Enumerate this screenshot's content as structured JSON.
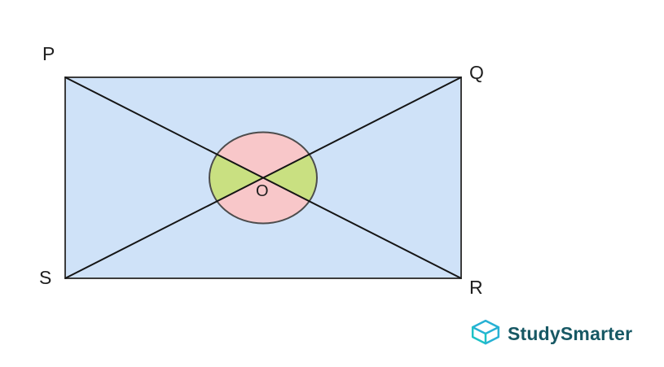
{
  "diagram": {
    "vertex_labels": {
      "top_left": "P",
      "top_right": "Q",
      "bottom_right": "R",
      "bottom_left": "S",
      "center": "O"
    },
    "colors": {
      "rectangle_fill": "#cfe2f8",
      "rectangle_stroke": "#3c3c3c",
      "diagonal_stroke": "#151515",
      "circle_fill": "#f8c7c9",
      "circle_stroke": "#4c4c4c",
      "wedge_fill": "#c9e081"
    }
  },
  "branding": {
    "logo_text": "StudySmarter",
    "logo_text_color": "#175864",
    "icon_color_primary": "#27b1d4",
    "icon_color_secondary": "#1ec2c6"
  }
}
